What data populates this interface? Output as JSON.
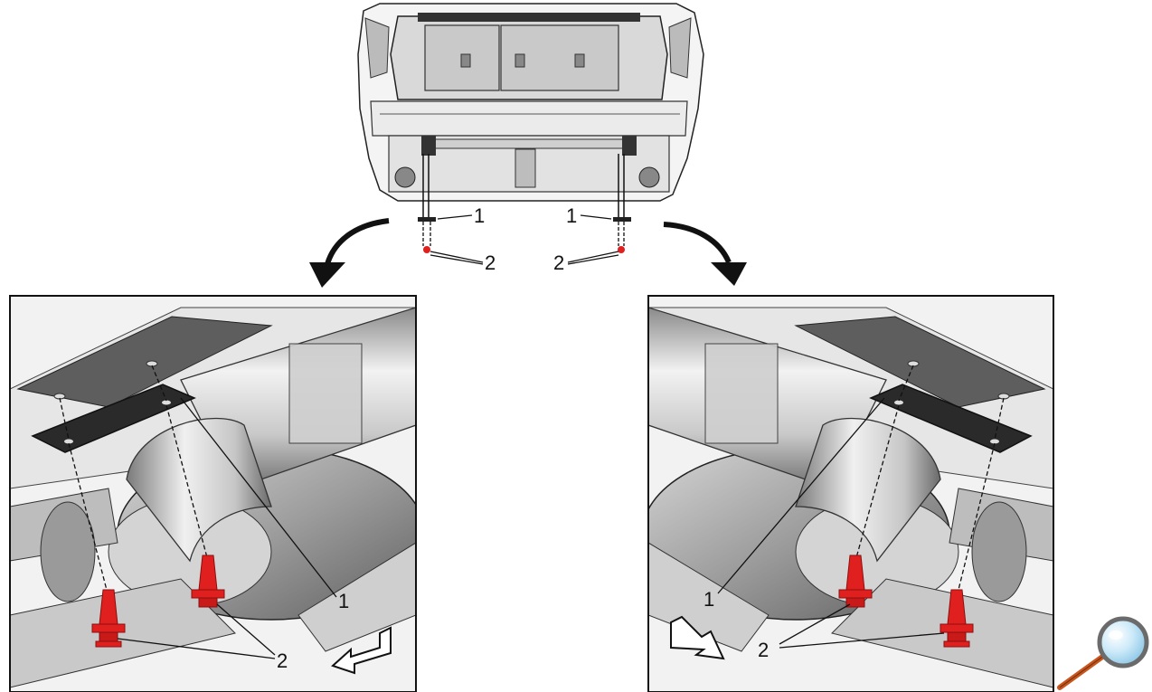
{
  "callouts": {
    "top_left_1": "1",
    "top_right_1": "1",
    "top_left_2": "2",
    "top_right_2": "2",
    "left_panel_1": "1",
    "left_panel_2": "2",
    "right_panel_1": "1",
    "right_panel_2": "2"
  },
  "colors": {
    "fastener": "#e0201e",
    "bracket": "#2a2a2a",
    "outline": "#111111",
    "metal_light": "#e9e9e9",
    "metal_mid": "#bdbdbd",
    "metal_dark": "#7a7a7a",
    "lens": "#bfe4f7",
    "handle": "#c8561e"
  },
  "icons": {
    "magnifier": "magnifier-icon"
  }
}
